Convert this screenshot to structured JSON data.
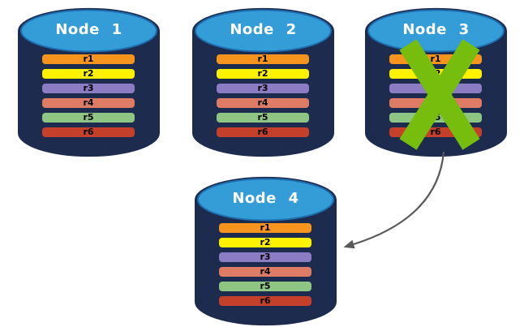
{
  "diagram": {
    "background": "#FFFFFF",
    "cylinder": {
      "body_color": "#1C2B4E",
      "top_color": "#349DD8",
      "top_border_color": "#1E6FB0",
      "title_text_color": "#FFFFFF"
    },
    "failure_x_color": "#76BD0D",
    "arrow": {
      "color": "#595959",
      "description": "curved arrow from bottom of Node 3 to right side of Node 4"
    },
    "nodes": [
      {
        "label": "Node 1",
        "status": "active",
        "replicas": [
          {
            "label": "r1",
            "color": "#F7941D"
          },
          {
            "label": "r2",
            "color": "#FFF200"
          },
          {
            "label": "r3",
            "color": "#8B7CC3"
          },
          {
            "label": "r4",
            "color": "#DD7B64"
          },
          {
            "label": "r5",
            "color": "#8FC583"
          },
          {
            "label": "r6",
            "color": "#C4402A"
          }
        ]
      },
      {
        "label": "Node 2",
        "status": "active",
        "replicas": [
          {
            "label": "r1",
            "color": "#F7941D"
          },
          {
            "label": "r2",
            "color": "#FFF200"
          },
          {
            "label": "r3",
            "color": "#8B7CC3"
          },
          {
            "label": "r4",
            "color": "#DD7B64"
          },
          {
            "label": "r5",
            "color": "#8FC583"
          },
          {
            "label": "r6",
            "color": "#C4402A"
          }
        ]
      },
      {
        "label": "Node 3",
        "status": "failed",
        "replicas": [
          {
            "label": "r1",
            "color": "#F7941D"
          },
          {
            "label": "r2",
            "color": "#FFF200"
          },
          {
            "label": "r3",
            "color": "#8B7CC3"
          },
          {
            "label": "r4",
            "color": "#DD7B64"
          },
          {
            "label": "r5",
            "color": "#8FC583"
          },
          {
            "label": "r6",
            "color": "#C4402A"
          }
        ]
      },
      {
        "label": "Node 4",
        "status": "active",
        "replicas": [
          {
            "label": "r1",
            "color": "#F7941D"
          },
          {
            "label": "r2",
            "color": "#FFF200"
          },
          {
            "label": "r3",
            "color": "#8B7CC3"
          },
          {
            "label": "r4",
            "color": "#DD7B64"
          },
          {
            "label": "r5",
            "color": "#8FC583"
          },
          {
            "label": "r6",
            "color": "#C4402A"
          }
        ]
      }
    ]
  }
}
